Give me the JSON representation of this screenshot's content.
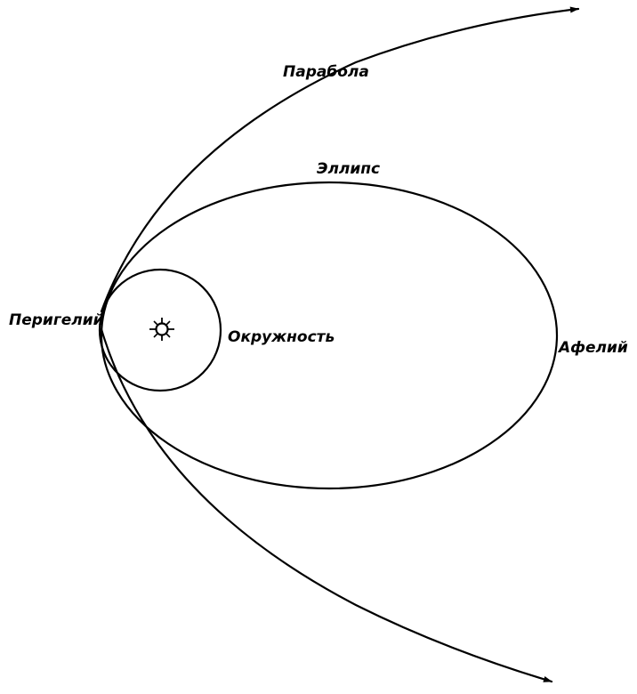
{
  "labels": {
    "parabola": "Парабола",
    "ellipse": "Эллипс",
    "circle": "Окружность",
    "perihelion": "Перигелий",
    "aphelion": "Афелий"
  },
  "colors": {
    "ink": "#000000",
    "background": "#ffffff"
  },
  "icons": {
    "sun": "sun-icon",
    "arrow": "arrowhead-icon"
  }
}
